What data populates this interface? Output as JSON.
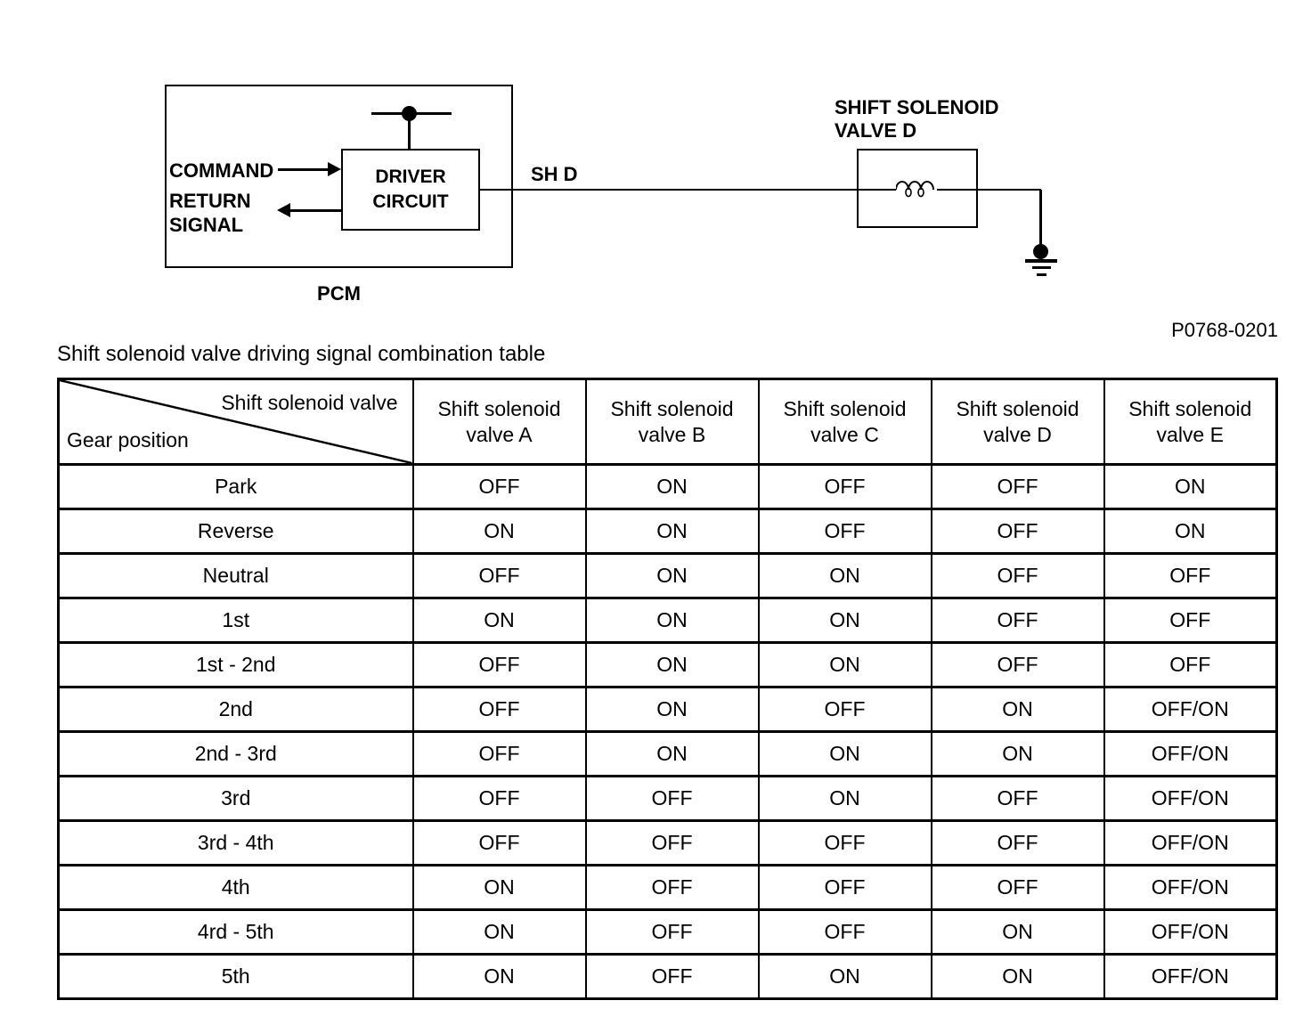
{
  "figure": {
    "code": "P0768-0201"
  },
  "diagram": {
    "pcm_label": "PCM",
    "driver_circuit": {
      "line1": "DRIVER",
      "line2": "CIRCUIT"
    },
    "command_label": "COMMAND",
    "return_label_line1": "RETURN",
    "return_label_line2": "SIGNAL",
    "wire_label": "SH D",
    "solenoid_label_line1": "SHIFT SOLENOID",
    "solenoid_label_line2": "VALVE D"
  },
  "table": {
    "caption": "Shift solenoid valve driving signal combination table",
    "corner": {
      "column_axis_label": "Shift solenoid valve",
      "row_axis_label": "Gear position"
    },
    "headers": [
      {
        "line1": "Shift solenoid",
        "line2": "valve A"
      },
      {
        "line1": "Shift solenoid",
        "line2": "valve B"
      },
      {
        "line1": "Shift solenoid",
        "line2": "valve C"
      },
      {
        "line1": "Shift solenoid",
        "line2": "valve D"
      },
      {
        "line1": "Shift solenoid",
        "line2": "valve E"
      }
    ],
    "rows": [
      {
        "gear": "Park",
        "values": [
          "OFF",
          "ON",
          "OFF",
          "OFF",
          "ON"
        ]
      },
      {
        "gear": "Reverse",
        "values": [
          "ON",
          "ON",
          "OFF",
          "OFF",
          "ON"
        ]
      },
      {
        "gear": "Neutral",
        "values": [
          "OFF",
          "ON",
          "ON",
          "OFF",
          "OFF"
        ]
      },
      {
        "gear": "1st",
        "values": [
          "ON",
          "ON",
          "ON",
          "OFF",
          "OFF"
        ]
      },
      {
        "gear": "1st - 2nd",
        "values": [
          "OFF",
          "ON",
          "ON",
          "OFF",
          "OFF"
        ]
      },
      {
        "gear": "2nd",
        "values": [
          "OFF",
          "ON",
          "OFF",
          "ON",
          "OFF/ON"
        ]
      },
      {
        "gear": "2nd - 3rd",
        "values": [
          "OFF",
          "ON",
          "ON",
          "ON",
          "OFF/ON"
        ]
      },
      {
        "gear": "3rd",
        "values": [
          "OFF",
          "OFF",
          "ON",
          "OFF",
          "OFF/ON"
        ]
      },
      {
        "gear": "3rd - 4th",
        "values": [
          "OFF",
          "OFF",
          "OFF",
          "OFF",
          "OFF/ON"
        ]
      },
      {
        "gear": "4th",
        "values": [
          "ON",
          "OFF",
          "OFF",
          "OFF",
          "OFF/ON"
        ]
      },
      {
        "gear": "4rd - 5th",
        "values": [
          "ON",
          "OFF",
          "OFF",
          "ON",
          "OFF/ON"
        ]
      },
      {
        "gear": "5th",
        "values": [
          "ON",
          "OFF",
          "ON",
          "ON",
          "OFF/ON"
        ]
      }
    ]
  },
  "colors": {
    "ink": "#000000",
    "background": "#ffffff"
  }
}
